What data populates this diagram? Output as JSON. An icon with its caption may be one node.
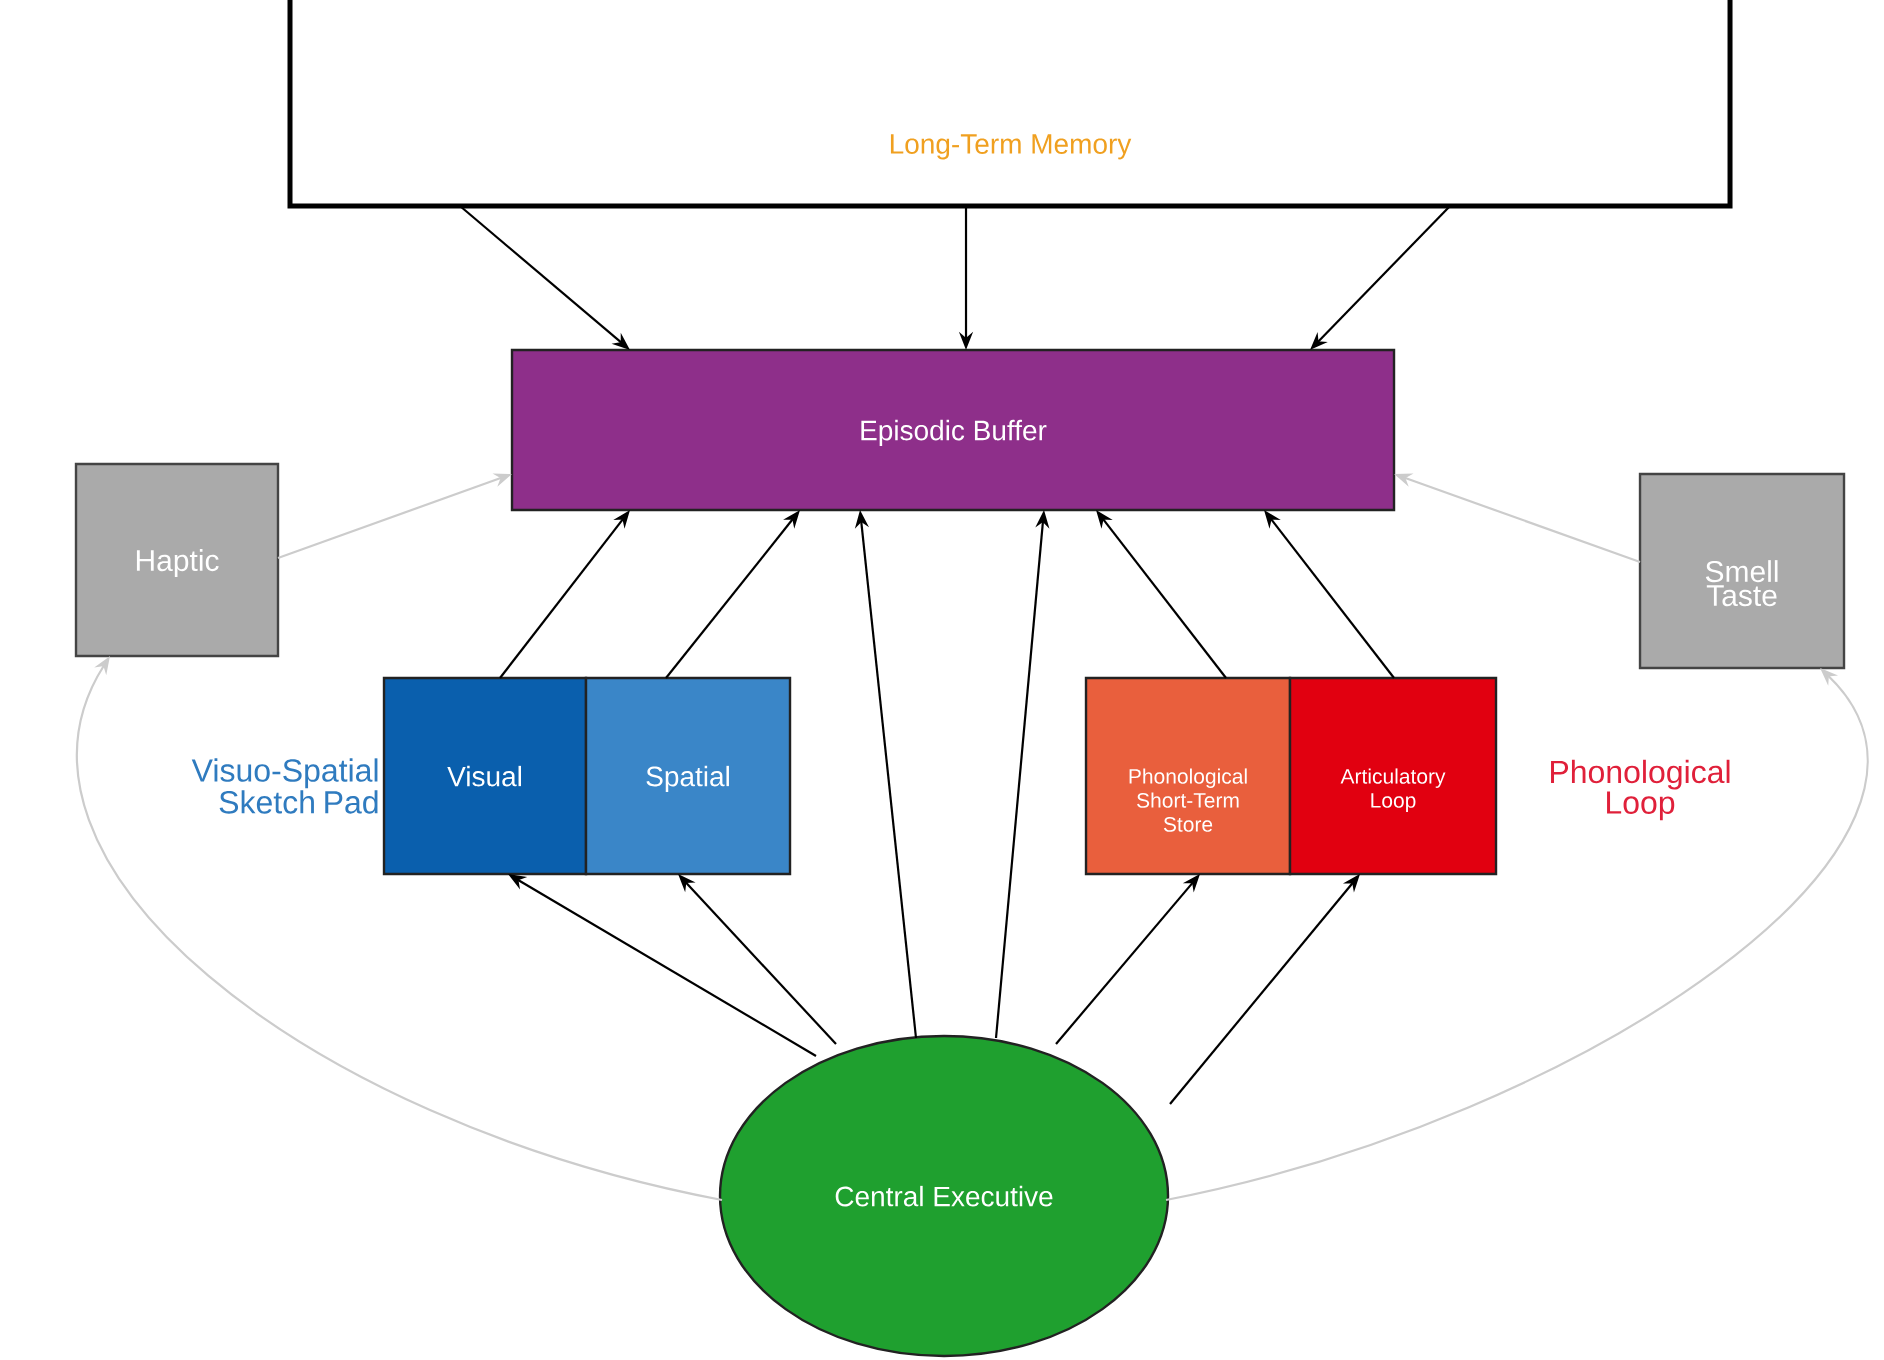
{
  "diagram": {
    "nodes": [
      {
        "text": [
          "Long-Term Memory"
        ]
      },
      {
        "text": [
          "Episodic Buffer"
        ]
      },
      {
        "text": [
          "Haptic"
        ]
      },
      {
        "text": [
          "Smell Taste"
        ]
      },
      {
        "text": [
          "Visual"
        ]
      },
      {
        "text": [
          "Spatial"
        ]
      },
      {
        "text": [
          "Phonological Short-Term Store"
        ]
      },
      {
        "text": [
          "Articulatory Loop"
        ]
      },
      {
        "text": [
          "Central Executive"
        ]
      }
    ],
    "edges": [
      {
        "from": 0,
        "to": 1,
        "arrow": "to"
      },
      {
        "from": 0,
        "to": 1,
        "arrow": "to"
      },
      {
        "from": 0,
        "to": 1,
        "arrow": "to"
      },
      {
        "from": 4,
        "to": 1,
        "arrow": "to"
      },
      {
        "from": 5,
        "to": 1,
        "arrow": "to"
      },
      {
        "from": 6,
        "to": 1,
        "arrow": "to"
      },
      {
        "from": 7,
        "to": 1,
        "arrow": "to"
      },
      {
        "from": 8,
        "to": 1,
        "arrow": "to"
      },
      {
        "from": 8,
        "to": 1,
        "arrow": "to"
      },
      {
        "from": 8,
        "to": 4,
        "arrow": "to"
      },
      {
        "from": 8,
        "to": 5,
        "arrow": "to"
      },
      {
        "from": 8,
        "to": 6,
        "arrow": "to"
      },
      {
        "from": 8,
        "to": 7,
        "arrow": "to"
      },
      {
        "from": 2,
        "to": 1,
        "arrow": "to",
        "color": "#cccccc"
      },
      {
        "from": 3,
        "to": 1,
        "arrow": "to",
        "color": "#cccccc"
      },
      {
        "from": 8,
        "to": 2,
        "arrow": "to",
        "color": "#cccccc"
      },
      {
        "from": 8,
        "to": 3,
        "arrow": "to",
        "color": "#cccccc"
      }
    ],
    "labels": [
      "Visuo-Spatial Sketch Pad",
      "Phonological Loop"
    ]
  }
}
